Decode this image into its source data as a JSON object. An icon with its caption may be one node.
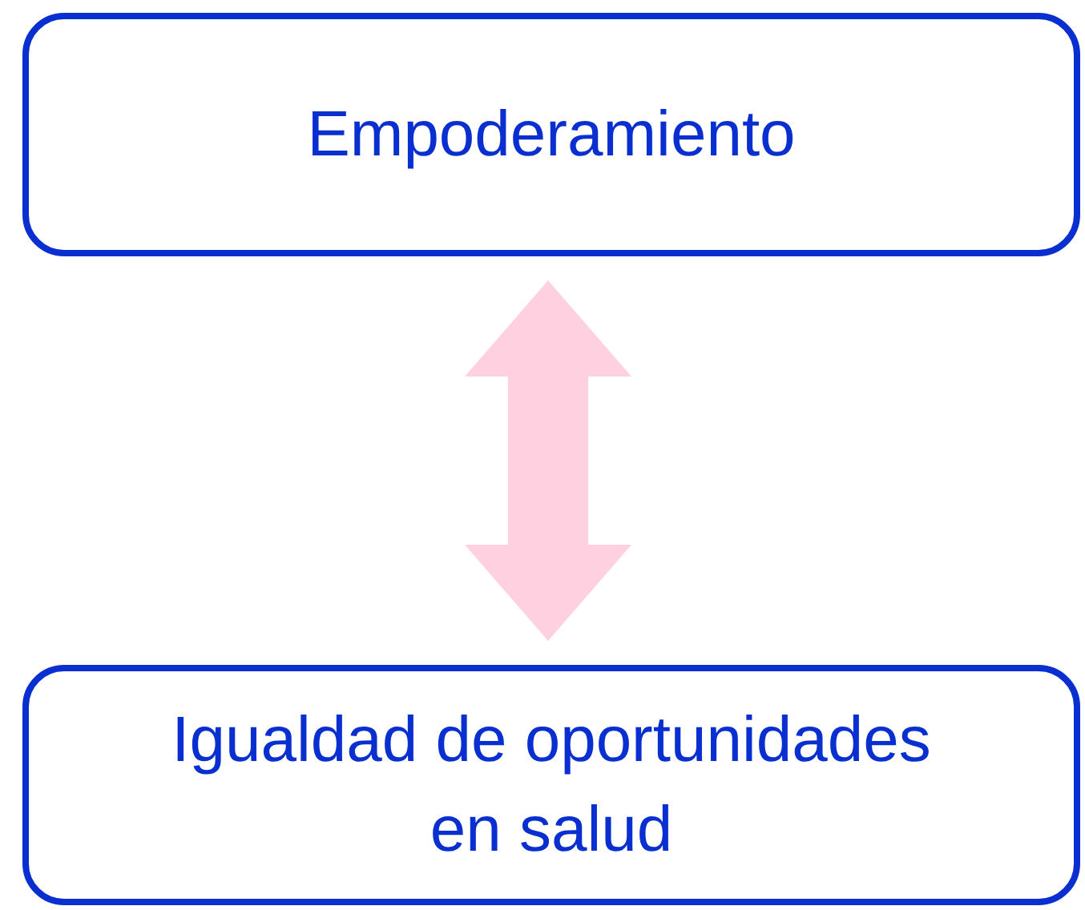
{
  "diagram": {
    "nodes": [
      {
        "text": [
          "Empoderamiento"
        ]
      },
      {
        "text": [
          "Igualdad de oportunidades en salud"
        ]
      }
    ],
    "edges": [
      {
        "from": 0,
        "to": 1,
        "arrow": "both"
      }
    ]
  }
}
